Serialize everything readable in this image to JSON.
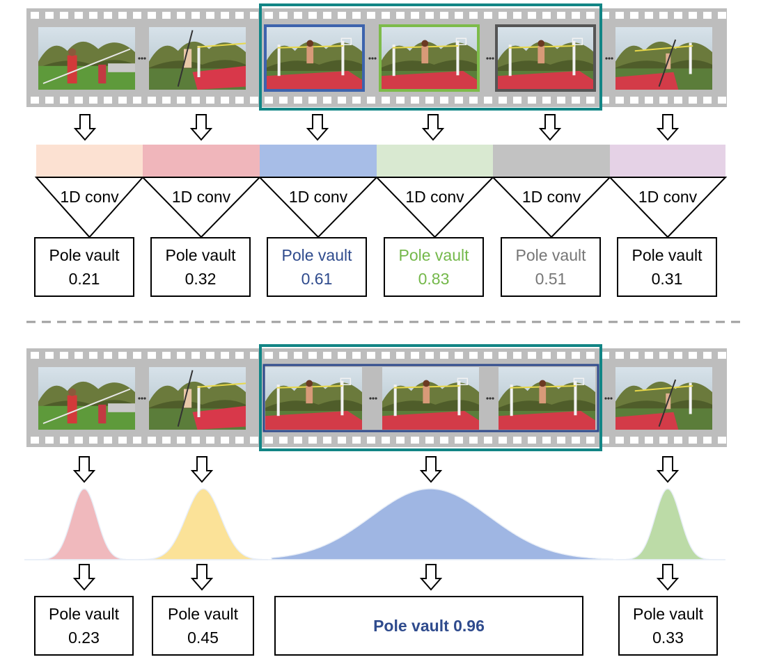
{
  "colors": {
    "film": "#bdbdbd",
    "highlight": "#128585",
    "blue_border": "#3d63ad",
    "green_border": "#7dbb4a",
    "gray_border": "#555555",
    "dark_blue_text": "#2f4b8d",
    "green_text": "#74b84a",
    "gray_text": "#767676"
  },
  "top": {
    "frames": [
      {
        "scene": "field",
        "border": null
      },
      {
        "scene": "jump",
        "border": null
      },
      {
        "scene": "bar",
        "border": "blue"
      },
      {
        "scene": "bar",
        "border": "green"
      },
      {
        "scene": "bar",
        "border": "gray"
      },
      {
        "scene": "far",
        "border": null
      }
    ],
    "features": [
      "#fce1d2",
      "#f0b6bb",
      "#a7bde7",
      "#d9e9d1",
      "#c2c2c2",
      "#e5d2e6"
    ],
    "conv_label": "1D conv",
    "predictions": [
      {
        "label": "Pole vault",
        "score": "0.21",
        "color": "#000000"
      },
      {
        "label": "Pole vault",
        "score": "0.32",
        "color": "#000000"
      },
      {
        "label": "Pole vault",
        "score": "0.61",
        "color": "#2f4b8d"
      },
      {
        "label": "Pole vault",
        "score": "0.83",
        "color": "#74b84a"
      },
      {
        "label": "Pole vault",
        "score": "0.51",
        "color": "#767676"
      },
      {
        "label": "Pole vault",
        "score": "0.31",
        "color": "#000000"
      }
    ]
  },
  "bottom": {
    "frames": [
      "field",
      "jump",
      "bar",
      "bar",
      "bar",
      "far"
    ],
    "gaussians": [
      {
        "color": "#f0b9bd"
      },
      {
        "color": "#fbe298"
      },
      {
        "color": "#9fb6e3"
      },
      {
        "color": "#bcdba7"
      }
    ],
    "predictions": [
      {
        "label": "Pole vault",
        "score": "0.23"
      },
      {
        "label": "Pole vault",
        "score": "0.45"
      },
      {
        "text": "Pole vault 0.96",
        "color": "#2f4b8d"
      },
      {
        "label": "Pole vault",
        "score": "0.33"
      }
    ]
  }
}
